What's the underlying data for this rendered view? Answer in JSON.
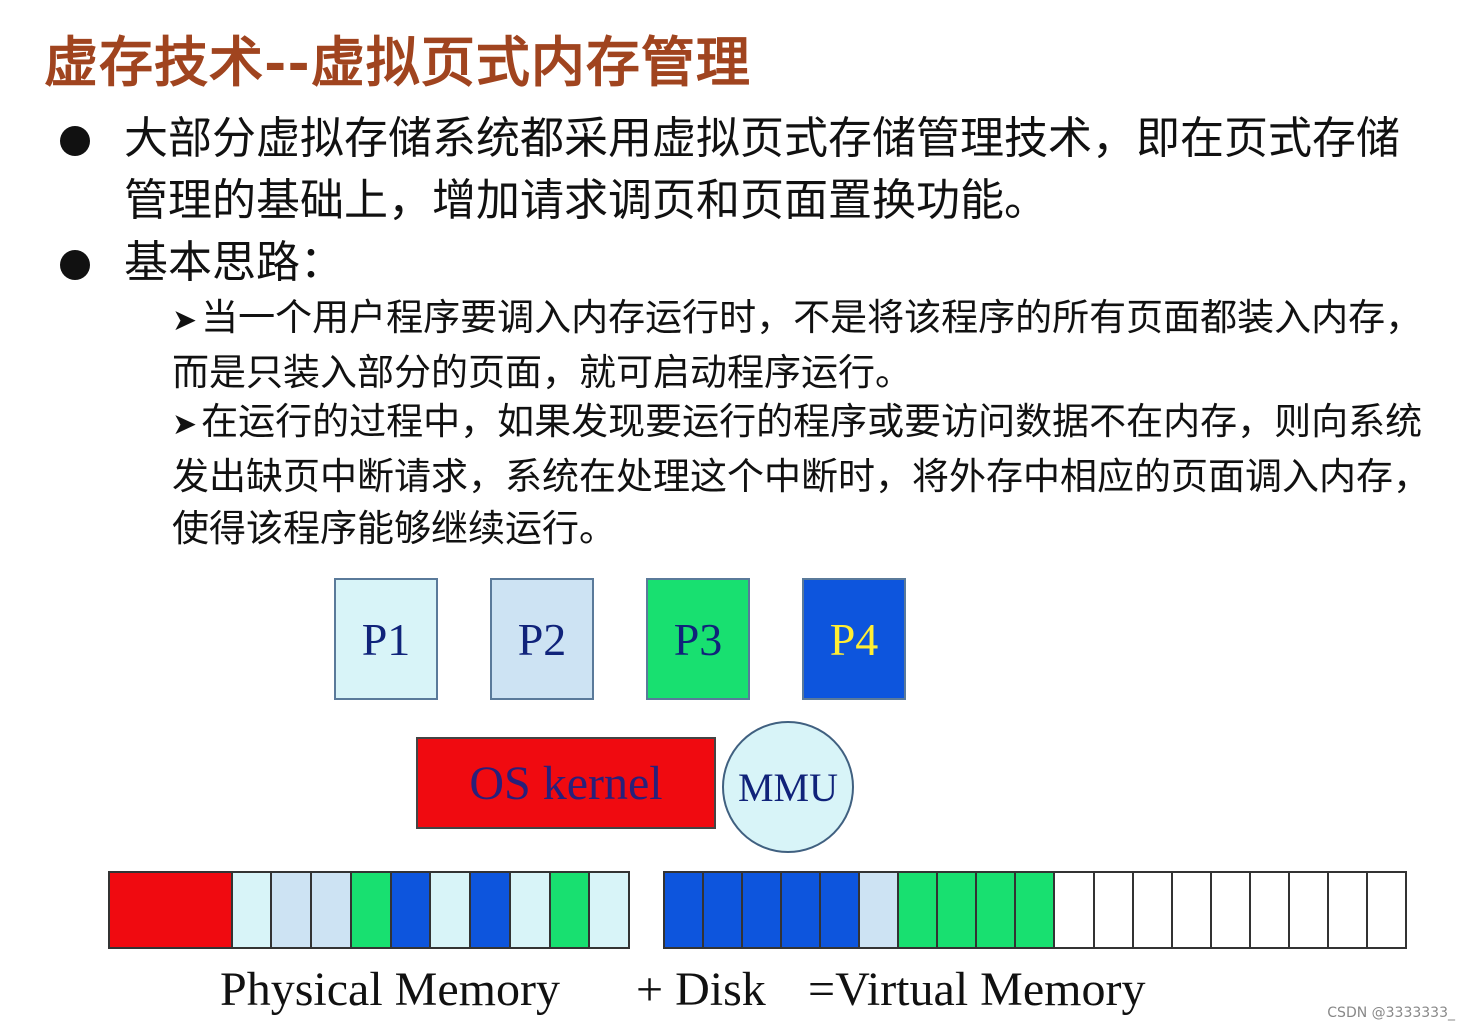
{
  "title": "虚存技术--虚拟页式内存管理",
  "bullets": [
    {
      "text": "大部分虚拟存储系统都采用虚拟页式存储管理技术，即在页式存储管理的基础上，增加请求调页和页面置换功能。"
    },
    {
      "text": "基本思路："
    }
  ],
  "sub_points": [
    {
      "marker": "➤",
      "text": "当一个用户程序要调入内存运行时，不是将该程序的所有页面都装入内存，而是只装入部分的页面，就可启动程序运行。"
    },
    {
      "marker": "➤",
      "text": "在运行的过程中，如果发现要运行的程序或要访问数据不在内存，则向系统发出缺页中断请求，系统在处理这个中断时，将外存中相应的页面调入内存，使得该程序能够继续运行。"
    }
  ],
  "diagram": {
    "pages": [
      {
        "label": "P1",
        "color": "#d8f4f8"
      },
      {
        "label": "P2",
        "color": "#cde3f3"
      },
      {
        "label": "P3",
        "color": "#18e070"
      },
      {
        "label": "P4",
        "color": "#0d55dd"
      }
    ],
    "os_kernel": "OS kernel",
    "mmu": "MMU",
    "physical_cells": [
      "#f00a10",
      "#d8f4f8",
      "#cde3f3",
      "#cde3f3",
      "#18e070",
      "#0d55dd",
      "#d8f4f8",
      "#0d55dd",
      "#d8f4f8",
      "#18e070",
      "#d8f4f8"
    ],
    "virtual_cells": [
      "#0d55dd",
      "#0d55dd",
      "#0d55dd",
      "#0d55dd",
      "#0d55dd",
      "#cde3f3",
      "#18e070",
      "#18e070",
      "#18e070",
      "#18e070",
      "#ffffff",
      "#ffffff",
      "#ffffff",
      "#ffffff",
      "#ffffff",
      "#ffffff",
      "#ffffff",
      "#ffffff",
      "#ffffff"
    ],
    "caption_physical": "Physical  Memory",
    "caption_disk": "+ Disk",
    "caption_virtual": "=Virtual Memory"
  },
  "watermark": "CSDN @3333333_"
}
